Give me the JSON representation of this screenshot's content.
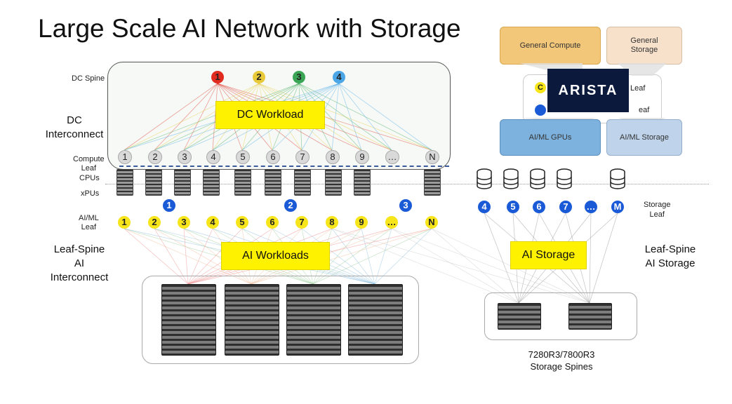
{
  "title": "Large Scale AI Network with Storage",
  "labels": {
    "dc_spine": "DC Spine",
    "dc_interconnect": "DC\nInterconnect",
    "compute_leaf": "Compute\nLeaf",
    "cpus": "CPUs",
    "xpus": "xPUs",
    "aiml_leaf": "AI/ML\nLeaf",
    "leaf_spine_ai": "Leaf-Spine\nAI\nInterconnect",
    "leaf_spine_storage": "Leaf-Spine\nAI Storage",
    "storage_leaf": "Storage\nLeaf",
    "storage_spines": "7280R3/7800R3\nStorage Spines"
  },
  "boxes": {
    "dc_workload": "DC Workload",
    "ai_workloads": "AI Workloads",
    "ai_storage": "AI Storage"
  },
  "spine_nodes": [
    "1",
    "2",
    "3",
    "4"
  ],
  "compute_leaf_nodes": [
    "1",
    "2",
    "3",
    "4",
    "5",
    "6",
    "7",
    "8",
    "9",
    "…",
    "N"
  ],
  "aiml_leaf_nodes": [
    "1",
    "2",
    "3",
    "4",
    "5",
    "6",
    "7",
    "8",
    "9",
    "…",
    "N"
  ],
  "ai_group_nodes": [
    "1",
    "2",
    "3"
  ],
  "storage_leaf_nodes": [
    "4",
    "5",
    "6",
    "7",
    "…",
    "M"
  ],
  "inset": {
    "general_compute": "General Compute",
    "general_storage": "General\nStorage",
    "aiml_gpus": "AI/ML GPUs",
    "aiml_storage": "AI/ML Storage",
    "logo": "ARISTA",
    "leaf_text_1": "Leaf",
    "leaf_text_2": "eaf",
    "node_c": "C"
  },
  "colors": {
    "spine_1": "#e02b1e",
    "spine_2": "#e8c93a",
    "spine_3": "#3aa655",
    "spine_4": "#4aa6e6",
    "highlight": "#fff200",
    "node_blue": "#1a5ad6",
    "logo_bg": "#0b1a3c"
  }
}
